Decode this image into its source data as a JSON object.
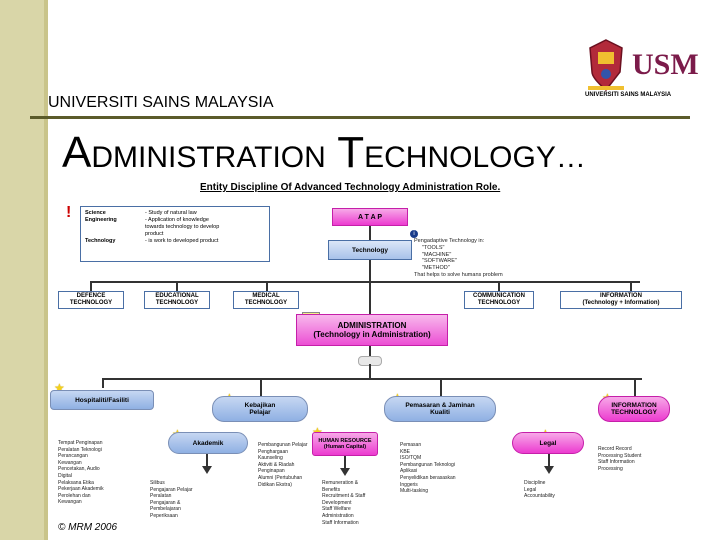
{
  "header": {
    "university": "UNIVERSITI SAINS MALAYSIA",
    "title_prefix_big_a": "A",
    "title_rest_a": "DMINISTRATION",
    "title_prefix_big_t": "T",
    "title_rest_t": "ECHNOLOGY…",
    "subtitle": "Entity Discipline Of Advanced Technology Administration Role."
  },
  "logo": {
    "mark": "USM",
    "caption": "UNIVERSITI SAINS MALAYSIA"
  },
  "left_legend": {
    "rows": [
      {
        "label": "Science",
        "desc": "- Study of natural law"
      },
      {
        "label": "Engineering",
        "desc": "- Application of knowledge"
      },
      {
        "label": "",
        "desc": "  towards technology to develop"
      },
      {
        "label": "",
        "desc": "  product"
      },
      {
        "label": "Technology",
        "desc": "- is work to developed product"
      }
    ]
  },
  "top_boxes": {
    "atap": "A T A P",
    "technology": "Technology"
  },
  "right_legend": {
    "lines": [
      "Pengadaptive Technology in:",
      "\"TOOLS\"",
      "\"MACHINE\"",
      "\"SOFTWARE\"",
      "\"METHOD\"",
      "That helps to solve humans problem"
    ]
  },
  "tech_row": {
    "defence": "DEFENCE\nTECHNOLOGY",
    "educational": "EDUCATIONAL\nTECHNOLOGY",
    "medical": "MEDICAL\nTECHNOLOGY",
    "communication": "COMMUNICATION\nTECHNOLOGY",
    "information": "INFORMATION\n(Technology + Information)"
  },
  "admin_box": {
    "line1": "ADMINISTRATION",
    "line2": "(Technology in Administration)"
  },
  "pills": {
    "hospitaliti": "Hospitaliti/Fasiliti",
    "kebajikan": "Kebajikan\nPelajar",
    "pemasaran": "Pemasaran & Jaminan\nKualiti",
    "infotech": "INFORMATION\nTECHNOLOGY",
    "akademik": "Akademik",
    "human_resource": "HUMAN RESOURCE\n(Human Capital)",
    "legal": "Legal"
  },
  "lists": {
    "hospitaliti": "Tempat Penginapan\nPeralatan Teknologi\nPerancangan\nKewangan\nPencetakan, Audio\nDigital\nPelaksana Etika\nPekerjaan Akademik\nPerolehan dan\nKewangan",
    "akademik": "Silibus\nPengajaran Pelajar\nPeralatan\nPengajaran &\nPembelajaran\nPeperiksaan",
    "kebajikan": "Pembangunan Pelajar\nPenghargaan\nKaunseling\nAktiviti & Riadah\nPenginapan\nAlumni (Pertubuhan\nDidikan Ekstra)",
    "human": "Remuneration &\nBenefits\nRecruitment & Staff\nDevelopment\nStaff Welfare\nAdministration\nStaff Information",
    "pemasaran": "Pemasan\nKBE\nISO/TQM\nPembangunan Teknologi\nAplikasi\nPenyelidikan berasaskan\nInggeris\nMulti-tasking",
    "legal": "Discipline\nLegal\nAccountability",
    "infotech": "Record Record\nProcessing Student\nStaff Information\nProcessing"
  },
  "copyright": "© MRM 2006",
  "colors": {
    "sidebar": "#d9d6a8",
    "accent_line": "#5b5b2a",
    "pink_box": "#ec3bd0",
    "blue_box": "#8fb0e3",
    "usm_red": "#7b1b4a"
  }
}
